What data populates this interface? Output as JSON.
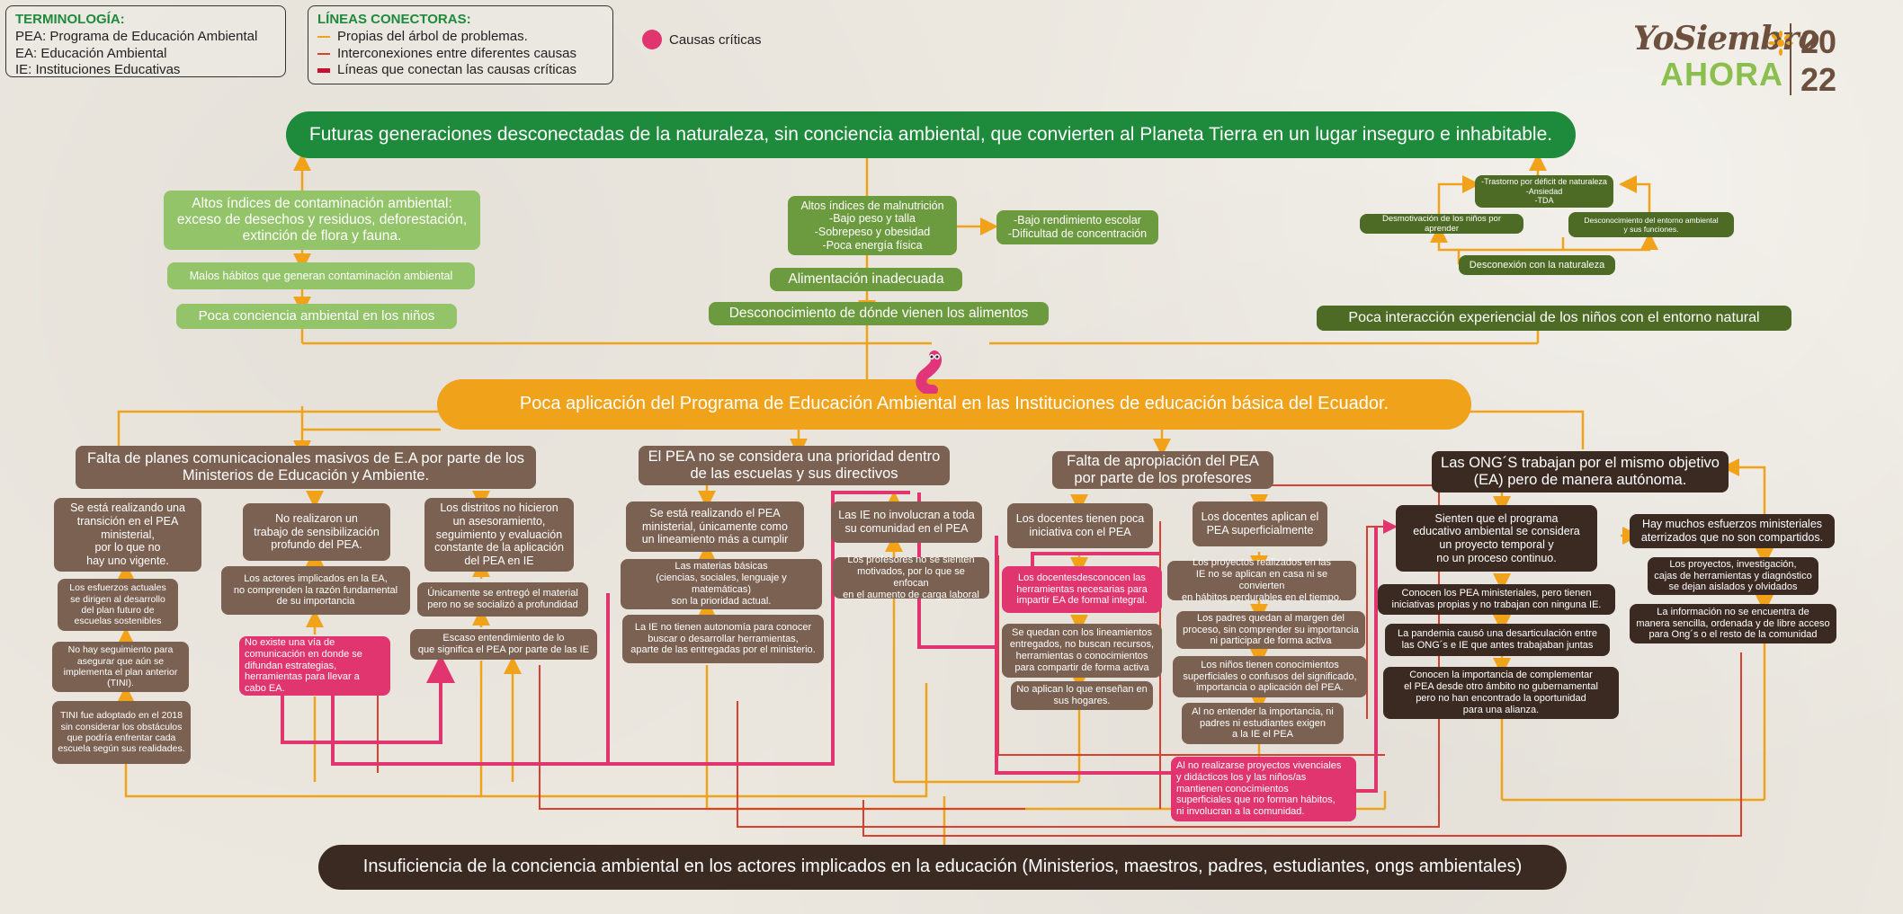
{
  "legend_terms": {
    "title": "TERMINOLOGÍA:",
    "items": [
      "PEA: Programa de Educación Ambiental",
      "EA: Educación Ambiental",
      "IE: Instituciones Educativas"
    ]
  },
  "legend_lines": {
    "title": "LÍNEAS CONECTORAS:",
    "items": [
      {
        "label": "Propias del árbol de problemas.",
        "color": "#f0a31a"
      },
      {
        "label": "Interconexiones entre diferentes causas",
        "color": "#d9402f"
      },
      {
        "label": "Líneas que conectan las causas críticas",
        "color": "#c8102e"
      }
    ]
  },
  "critical_legend": "Causas críticas",
  "logo": {
    "line1": "YoSiembro",
    "line2": "AHORA",
    "year_top": "20",
    "year_bottom": "22"
  },
  "colors": {
    "orange": "#f0a31a",
    "pink": "#e0356f",
    "green": "#1e8a3b",
    "brown": "#7b6152",
    "dark": "#3a2a22"
  },
  "top_effect": "Futuras generaciones desconectadas de la naturaleza, sin conciencia ambiental, que convierten al Planeta Tierra en un lugar inseguro e inhabitable.",
  "central_problem": "Poca aplicación del Programa de Educación Ambiental en las Instituciones de educación básica del Ecuador.",
  "root_cause": "Insuficiencia de la conciencia ambiental en los actores implicados en la educación (Ministerios, maestros, padres, estudiantes, ongs ambientales)",
  "effects_left": {
    "top": "Altos índices de contaminación ambiental:\nexceso de desechos y residuos, deforestación,\nextinción de flora y fauna.",
    "mid": "Malos hábitos que generan contaminación ambiental",
    "bottom": "Poca conciencia ambiental en los niños"
  },
  "effects_center": {
    "top": "Altos índices de malnutrición\n-Bajo peso y talla\n-Sobrepeso y obesidad\n-Poca energía física",
    "side": "-Bajo rendimiento escolar\n-Dificultad de concentración",
    "mid": "Alimentación inadecuada",
    "bottom": "Desconocimiento de dónde vienen los alimentos"
  },
  "effects_right": {
    "top": "-Trastorno por déficit de naturaleza\n-Ansiedad\n-TDA",
    "left": "Desmotivación de los niños por aprender",
    "right": "Desconocimiento del entorno ambiental\ny sus funciones.",
    "mid": "Desconexión con la naturaleza",
    "bottom": "Poca interacción experiencial de los niños con el entorno natural"
  },
  "cause1": {
    "title": "Falta de planes comunicacionales masivos de E.A por parte de los\nMinisterios de Educación y Ambiente.",
    "col1": [
      "Se está realizando una\ntransición en el PEA\nministerial,\npor lo que no\nhay uno vigente.",
      "Los esfuerzos actuales\nse dirigen al desarrollo\ndel plan futuro de\nescuelas sostenibles",
      "No hay seguimiento para\nasegurar que aún se\nimplementa el plan anterior\n(TINI).",
      "TINI fue adoptado en el 2018\nsin considerar los obstáculos\nque podría enfrentar cada\nescuela según sus realidades."
    ],
    "col2": [
      "No realizaron un\ntrabajo de sensibilización\nprofundo del PEA.",
      "Los actores implicados en la EA,\nno comprenden la razón fundamental\nde su importancia",
      "No existe una vía de\ncomunicación en donde se\ndifundan estrategias,\nherramientas para llevar a\ncabo  EA."
    ],
    "col3": [
      "Los distritos no hicieron\nun asesoramiento,\nseguimiento y evaluación\nconstante de la aplicación\ndel PEA en IE",
      "Únicamente se entregó el material\npero no se socializó a profundidad",
      "Escaso entendimiento de lo\nque significa el PEA por parte de las IE"
    ]
  },
  "cause2": {
    "title": "El PEA no se considera una prioridad dentro\nde las escuelas y sus directivos",
    "col1": [
      "Se está realizando el PEA\nministerial, únicamente como\nun lineamiento más a cumplir",
      "Las materias básicas\n(ciencias, sociales, lenguaje y matemáticas)\nson la prioridad actual.",
      "La IE no tienen autonomía para conocer\nbuscar o desarrollar herramientas,\naparte de las entregadas por el ministerio."
    ],
    "col2": [
      "Las IE no involucran a toda\nsu comunidad en el PEA",
      "Los profesores no se sienten\nmotivados, por lo que se enfocan\nen el aumento de carga laboral"
    ]
  },
  "cause3": {
    "title": "Falta de apropiación del PEA\npor parte de los profesores",
    "col1": [
      "Los docentes tienen poca\niniciativa con el PEA",
      "Los docentesdesconocen las\nherramientas necesarias para\nimpartir EA de formal integral.",
      "Se quedan con los lineamientos\nentregados, no buscan recursos,\nherramientas o conocimientos\npara compartir de forma activa",
      "No aplican lo que enseñan en\nsus hogares."
    ],
    "col2": [
      "Los docentes aplican el\nPEA superficialmente",
      "Los proyectos realizados en las\nIE no se aplican en casa ni se convierten\nen hábitos perdurables en el tiempo.",
      "Los padres quedan al margen del\nproceso, sin comprender su importancia\nni participar de forma activa",
      "Los niños tienen conocimientos\nsuperficiales o confusos del significado,\nimportancia o aplicación del PEA.",
      "Al no entender la importancia, ni\npadres ni estudiantes exigen\na la IE el PEA",
      "Al no realizarse proyectos vivenciales\ny didácticos los y las niños/as\nmantienen conocimientos\nsuperficiales que no forman hábitos,\nni involucran a la comunidad."
    ]
  },
  "cause4": {
    "title": "Las ONG´S trabajan por el mismo objetivo\n(EA) pero de manera autónoma.",
    "col1": [
      "Sienten que el programa\neducativo ambiental se considera\nun proyecto temporal y\nno un proceso continuo.",
      "Conocen los PEA ministeriales, pero tienen\niniciativas propias y no trabajan con ninguna IE.",
      "La pandemia causó una desarticulación entre\nlas ONG´s e IE que antes trabajaban juntas",
      "Conocen la importancia de complementar\nel PEA desde otro ámbito no gubernamental\npero no han encontrado la oportunidad\npara una alianza."
    ],
    "col2": [
      "Hay muchos esfuerzos ministeriales\naterrizados que no son compartidos.",
      "Los proyectos, investigación,\ncajas de herramientas y diagnóstico\nse dejan aislados y olvidados",
      "La información no se encuentra de\nmanera sencilla, ordenada y de libre acceso\npara Ong´s o el resto de la comunidad"
    ]
  }
}
